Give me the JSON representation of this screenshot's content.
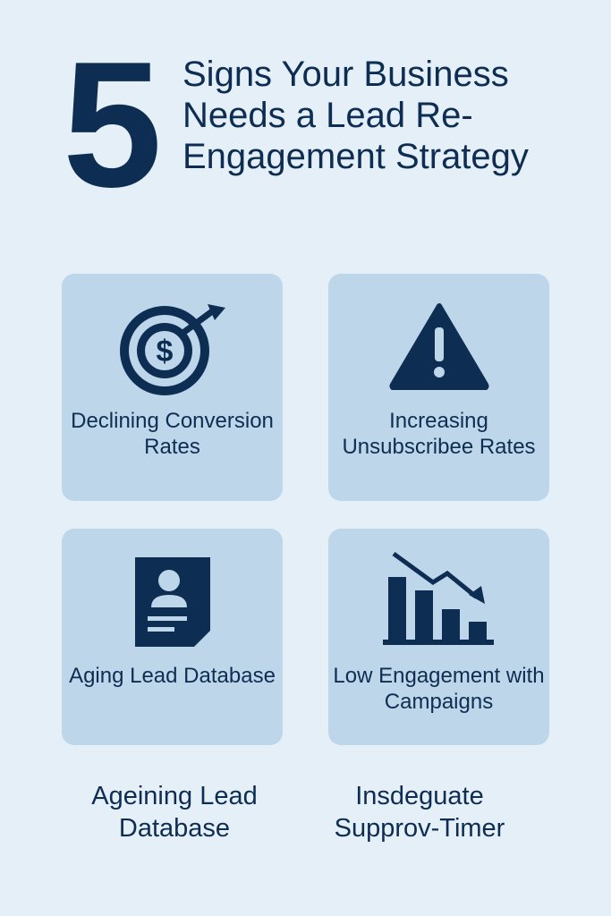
{
  "header": {
    "number": "5",
    "title": "Signs Your Business Needs a Lead Re-Engagement Strategy"
  },
  "cards": [
    {
      "icon": "target-dollar-icon",
      "label": "Declining Conversion Rates"
    },
    {
      "icon": "warning-icon",
      "label": "Increasing Unsubscribee Rates"
    },
    {
      "icon": "contact-card-icon",
      "label": "Aging Lead Database"
    },
    {
      "icon": "declining-bar-chart-icon",
      "label": "Low Engagement with Campaigns"
    }
  ],
  "footer": {
    "left": "Ageining Lead Database",
    "right": "Insdeguate Supprov-Timer"
  },
  "colors": {
    "background": "#e5eff8",
    "card": "#bdd6ea",
    "text": "#0e2d52"
  }
}
